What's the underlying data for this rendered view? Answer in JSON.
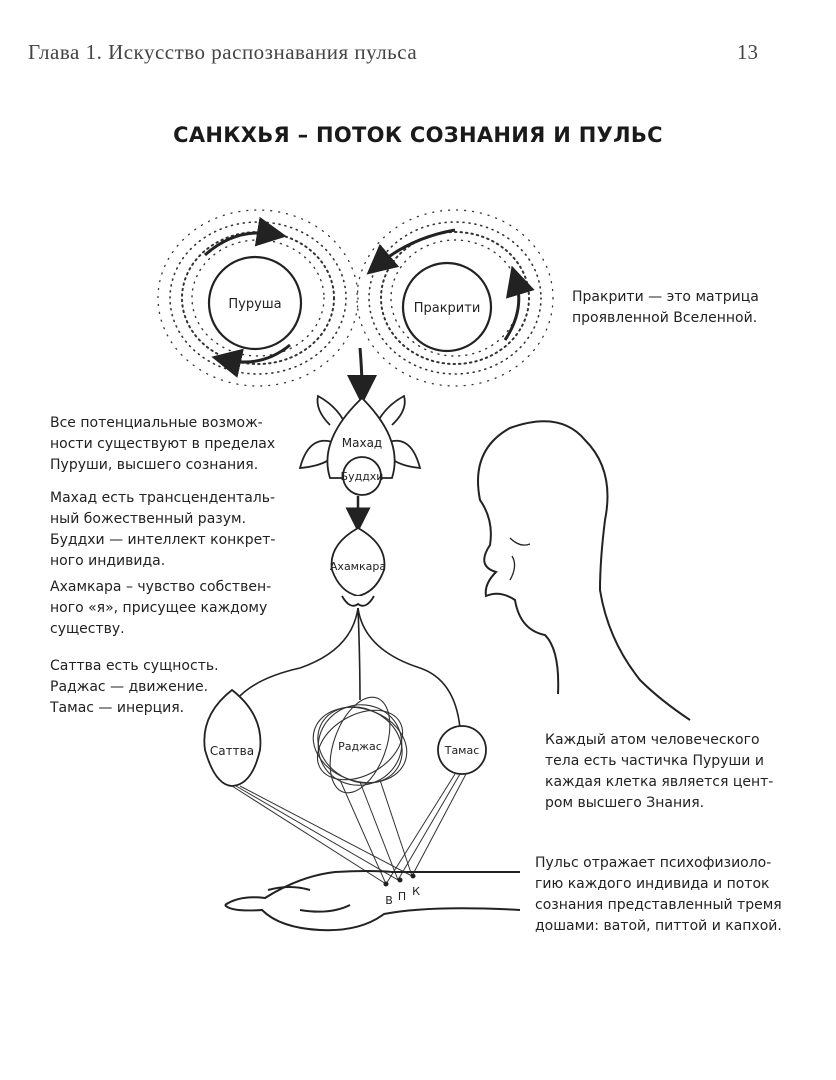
{
  "header": {
    "running_head": "Глава 1. Искусство распознавания пульса",
    "page_number": "13"
  },
  "title": "САНКХЬЯ – ПОТОК СОЗНАНИЯ И ПУЛЬС",
  "nodes": {
    "purusha": "Пуруша",
    "prakriti": "Пракрити",
    "mahad": "Махад",
    "buddhi": "Буддхи",
    "ahamkara": "Ахамкара",
    "sattva": "Саттва",
    "rajas": "Раджас",
    "tamas": "Тамас"
  },
  "pulse_points": {
    "v": "В",
    "p": "П",
    "k": "К"
  },
  "notes": {
    "prakriti": [
      "Пракрити — это матрица",
      "проявленной Вселенной."
    ],
    "purusha": [
      "Все потенциальные возмож-",
      "ности существуют в пределах",
      "Пуруши, высшего сознания."
    ],
    "mahad": [
      "Махад есть трансценденталь-",
      "ный божественный разум.",
      "Буддхи — интеллект конкрет-",
      "ного индивида."
    ],
    "ahamkara": [
      "Ахамкара – чувство собствен-",
      "ного «я», присущее каждому",
      "существу."
    ],
    "gunas": [
      "Саттва есть сущность.",
      "Раджас — движение.",
      "Тамас — инерция."
    ],
    "atom": [
      "Каждый атом человеческого",
      "тела есть частичка Пуруши и",
      "каждая клетка является цент-",
      "ром высшего Знания."
    ],
    "pulse": [
      "Пульс отражает психофизиоло-",
      "гию каждого индивида и поток",
      "сознания представленный тремя",
      "дошами: ватой, питтой и капхой."
    ]
  }
}
